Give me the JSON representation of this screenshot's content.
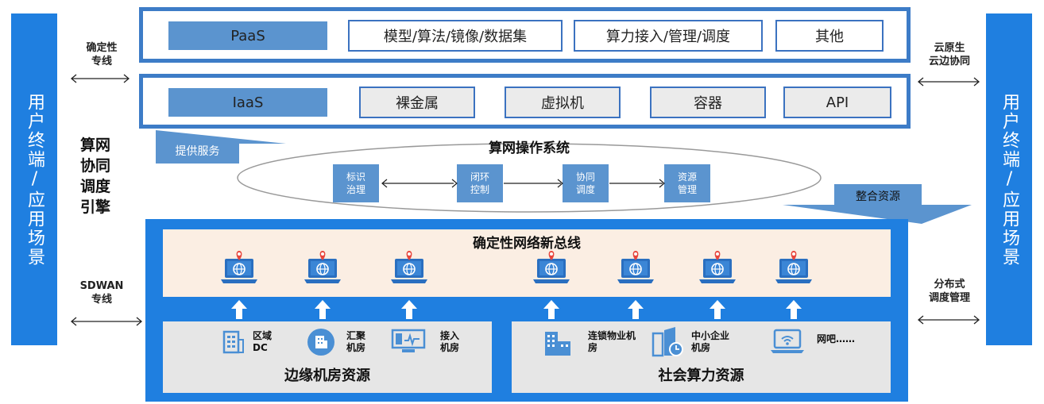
{
  "left_bar": {
    "label": "用户终端/应用场景"
  },
  "right_bar": {
    "label": "用户终端/应用场景"
  },
  "left_labels": {
    "top": "确定性\n专线",
    "bottom": "SDWAN\n专线"
  },
  "right_labels": {
    "top": "云原生\n云边协同",
    "bottom": "分布式\n调度管理"
  },
  "paas": {
    "tag": "PaaS",
    "items": [
      "模型/算法/镜像/数据集",
      "算力接入/管理/调度",
      "其他"
    ]
  },
  "iaas": {
    "tag": "IaaS",
    "items": [
      "裸金属",
      "虚拟机",
      "容器",
      "API"
    ]
  },
  "engine": {
    "label": "算网\n协同\n调度\n引擎"
  },
  "provide_service": "提供服务",
  "integrate_resources": "整合资源",
  "os": {
    "title": "算网操作系统",
    "steps": [
      "标识\n治理",
      "闭环\n控制",
      "协同\n调度",
      "资源\n管理"
    ]
  },
  "bus": {
    "title": "确定性网络新总线",
    "node_count": 7
  },
  "edge": {
    "title": "边缘机房资源",
    "items": [
      {
        "icon": "building-icon",
        "label": "区域\nDC"
      },
      {
        "icon": "server-icon",
        "label": "汇聚\n机房"
      },
      {
        "icon": "monitor-icon",
        "label": "接入\n机房"
      }
    ]
  },
  "social": {
    "title": "社会算力资源",
    "items": [
      {
        "icon": "city-icon",
        "label": "连锁物业机\n房"
      },
      {
        "icon": "office-icon",
        "label": "中小企业\n机房"
      },
      {
        "icon": "laptop-wifi-icon",
        "label": "网吧……"
      }
    ]
  },
  "colors": {
    "primary": "#1f7fe0",
    "box": "#5b94cf",
    "border": "#3d7cc7",
    "bus_bg": "#fbeee3",
    "resource_bg": "#e6e6e6"
  }
}
